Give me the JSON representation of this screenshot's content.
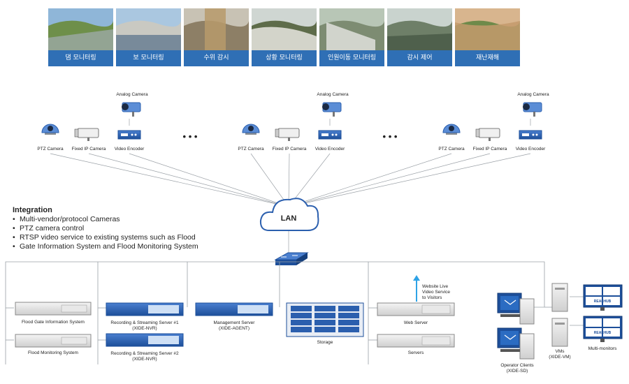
{
  "photos": [
    {
      "caption": "댐 모니터링",
      "scene": "dam"
    },
    {
      "caption": "보 모니터링",
      "scene": "weir"
    },
    {
      "caption": "수위 감시",
      "scene": "water-level"
    },
    {
      "caption": "상황 모니터링",
      "scene": "situation"
    },
    {
      "caption": "인원이동 모니터링",
      "scene": "people"
    },
    {
      "caption": "감시 제어",
      "scene": "control"
    },
    {
      "caption": "재난재해",
      "scene": "disaster"
    }
  ],
  "camera_labels": {
    "analog": "Analog Camera",
    "ptz": "PTZ Camera",
    "fixed": "Fixed IP Camera",
    "encoder": "Video Encoder",
    "ellipsis": "• • •"
  },
  "network": {
    "lan": "LAN"
  },
  "integration": {
    "title": "Integration",
    "items": [
      "Multi-vendor/protocol Cameras",
      "PTZ camera control",
      "RTSP video service to existing systems such as Flood",
      "Gate Information System and Flood Monitoring System"
    ]
  },
  "servers": {
    "flood_gate": "Flood Gate Information System",
    "flood_monitoring": "Flood Monitoring System",
    "recording1": "Recording & Streaming Server #1",
    "recording1_sub": "(XIDE-NVR)",
    "recording2": "Recording & Streaming Server #2",
    "recording2_sub": "(XIDE-NVR)",
    "management": "Management Server",
    "management_sub": "(XIDE-AGENT)",
    "storage": "Storage",
    "web_server": "Web Server",
    "servers": "Servers",
    "website_note": [
      "Website Live",
      "Video Service",
      "to Visitors"
    ],
    "operator": "Operator Clients",
    "operator_sub": "(XIDE-SD)",
    "vms": "VMs",
    "vms_sub": "(XIDE-VM)",
    "monitors": "Multi-monitors",
    "brand": "REALHUB"
  },
  "colors": {
    "accent": "#2f6fb5",
    "line": "#9aa0a6",
    "device_blue": "#2b5fae"
  }
}
